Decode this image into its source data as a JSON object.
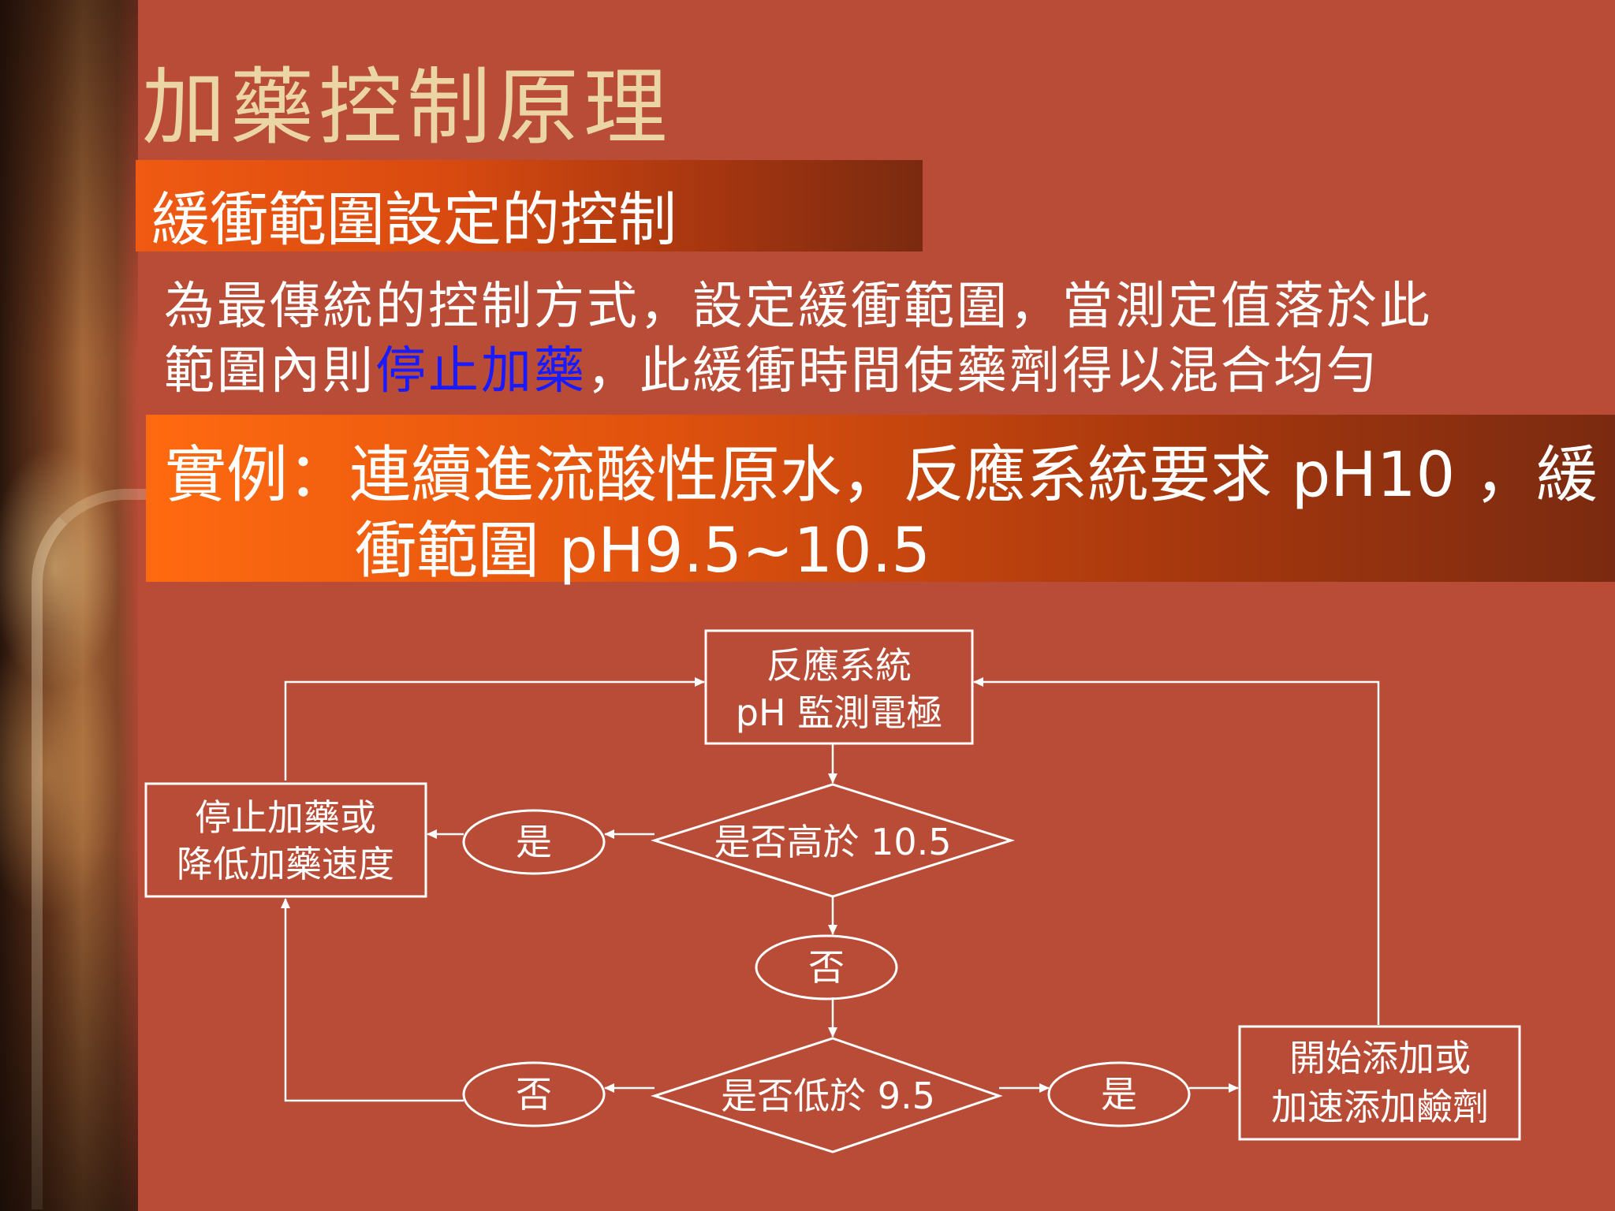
{
  "slide": {
    "title": "加藥控制原理",
    "subtitle": "緩衝範圍設定的控制",
    "body_line1": "為最傳統的控制方式，設定緩衝範圍，當測定值落於此",
    "body_line2_before": "範圍內則",
    "body_line2_highlight": "停止加藥",
    "body_line2_after": "，此緩衝時間使藥劑得以混合均勻",
    "example_line1": "實例：連續進流酸性原水，反應系統要求 pH10 ，緩",
    "example_line2": "衝範圍 pH9.5~10.5"
  },
  "flowchart": {
    "reactor_line1": "反應系統",
    "reactor_line2": "pH 監測電極",
    "decision_high": "是否高於 10.5",
    "decision_low": "是否低於 9.5",
    "yes_high": "是",
    "no_high": "否",
    "no_low": "否",
    "yes_low": "是",
    "stop_line1": "停止加藥或",
    "stop_line2": "降低加藥速度",
    "start_line1": "開始添加或",
    "start_line2": "加速添加鹼劑"
  },
  "colors": {
    "background": "#b94c37",
    "title": "#ecd5a5",
    "highlight": "#1a1aff",
    "band_start": "#f05a12",
    "band_end": "#7a2a10"
  }
}
